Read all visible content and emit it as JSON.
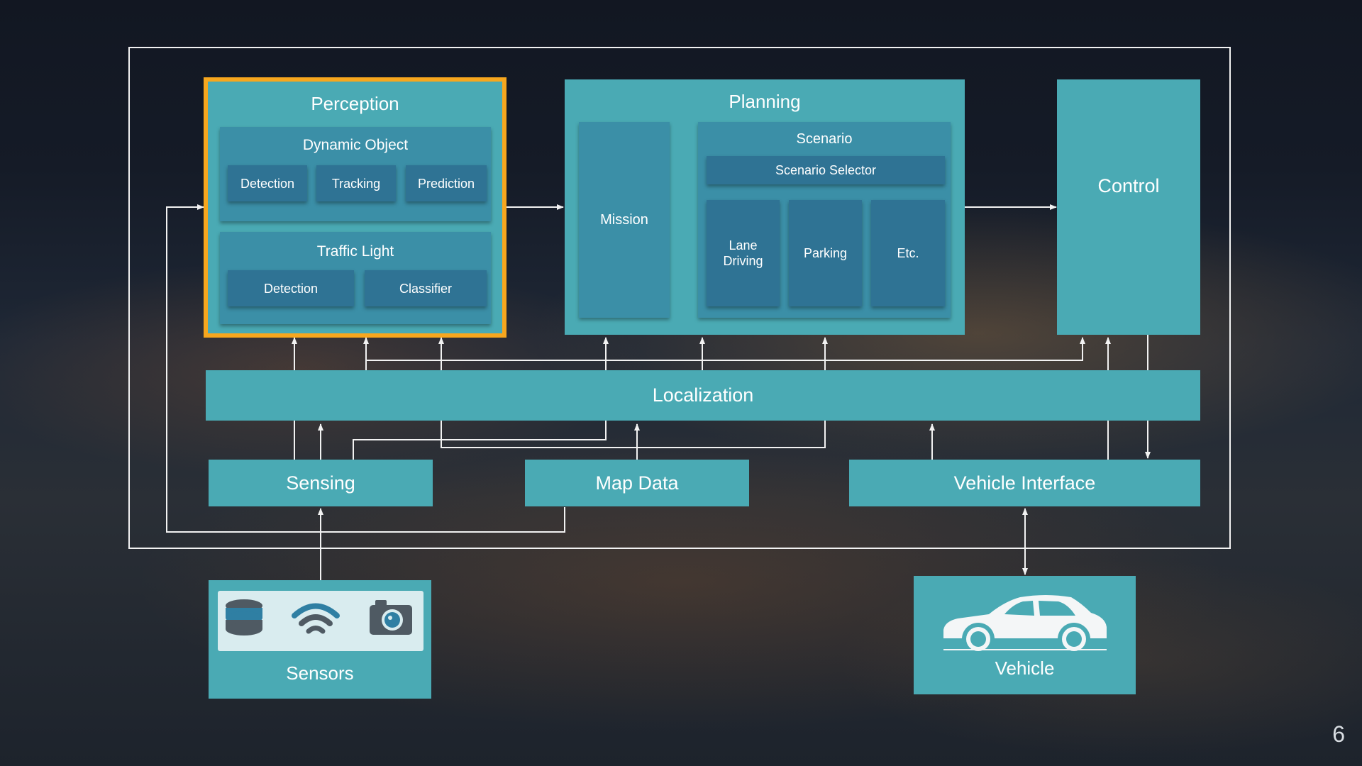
{
  "perception": {
    "title": "Perception",
    "dynamic_object": {
      "title": "Dynamic Object",
      "items": [
        "Detection",
        "Tracking",
        "Prediction"
      ]
    },
    "traffic_light": {
      "title": "Traffic Light",
      "items": [
        "Detection",
        "Classifier"
      ]
    }
  },
  "planning": {
    "title": "Planning",
    "mission": "Mission",
    "scenario": {
      "title": "Scenario",
      "selector": "Scenario Selector",
      "items": [
        "Lane\nDriving",
        "Parking",
        "Etc."
      ]
    }
  },
  "control": "Control",
  "localization": "Localization",
  "sensing": "Sensing",
  "map_data": "Map Data",
  "vehicle_interface": "Vehicle Interface",
  "sensors": {
    "label": "Sensors",
    "icons": [
      "database-icon",
      "wifi-icon",
      "camera-icon"
    ]
  },
  "vehicle": {
    "label": "Vehicle",
    "icon": "car-icon"
  },
  "page_number": "6",
  "colors": {
    "box": "#4aaab4",
    "tile": "#3b8fa7",
    "button": "#2f7394",
    "highlight": "#f7a71e",
    "lines": "#f2f2f2"
  }
}
